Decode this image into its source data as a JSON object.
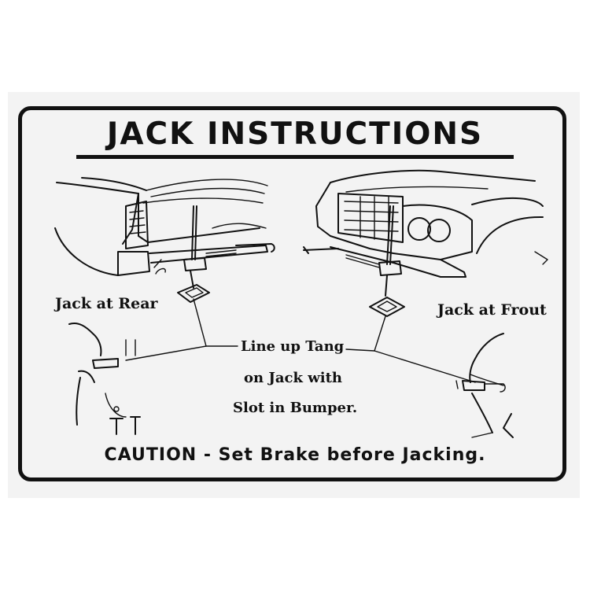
{
  "title": "JACK INSTRUCTIONS",
  "labels": {
    "jack_at_rear": "Jack at Rear",
    "jack_at_front": "Jack at Frout",
    "line_up_1": "Line up Tang",
    "line_up_2": "on Jack with",
    "line_up_3": "Slot in Bumper."
  },
  "caution": "CAUTION - Set Brake before Jacking.",
  "colors": {
    "ink": "#111111",
    "decal_background": "#f3f3f3",
    "page": "#ffffff"
  }
}
